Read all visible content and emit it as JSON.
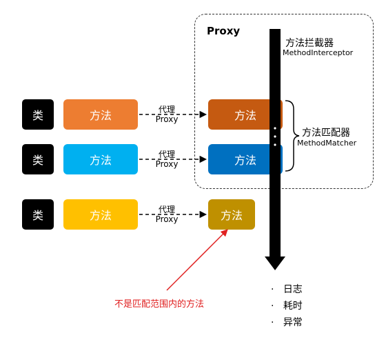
{
  "proxy_title": "Proxy",
  "interceptor": {
    "title": "方法拦截器",
    "subtitle": "MethodInterceptor"
  },
  "matcher": {
    "title": "方法匹配器",
    "subtitle": "MethodMatcher"
  },
  "rows": [
    {
      "class_label": "类",
      "method_label": "方法",
      "proxy_label_1": "代理",
      "proxy_label_2": "Proxy",
      "target_label": "方法",
      "method_color": "#ed7d31",
      "target_color": "#c55a11"
    },
    {
      "class_label": "类",
      "method_label": "方法",
      "proxy_label_1": "代理",
      "proxy_label_2": "Proxy",
      "target_label": "方法",
      "method_color": "#00b0f0",
      "target_color": "#0070c0"
    },
    {
      "class_label": "类",
      "method_label": "方法",
      "proxy_label_1": "代理",
      "proxy_label_2": "Proxy",
      "target_label": "方法",
      "method_color": "#ffc000",
      "target_color": "#bf9000"
    }
  ],
  "effects": [
    "日志",
    "耗时",
    "异常"
  ],
  "note": "不是匹配范围内的方法",
  "colors": {
    "arrow": "#000000",
    "note": "#e02020"
  }
}
